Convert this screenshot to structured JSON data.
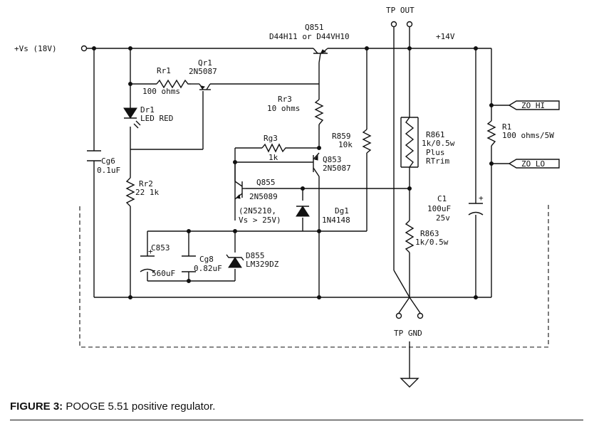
{
  "labels": {
    "vs": "+Vs (18V)",
    "tp_out": "TP OUT",
    "plus14": "+14V",
    "q851": "Q851",
    "q851_part": "D44H11 or D44VH10",
    "rr1": "Rr1",
    "rr1_val": "100 ohms",
    "qr1": "Qr1",
    "qr1_part": "2N5087",
    "dr1": "Dr1",
    "dr1_val": "LED RED",
    "rr3": "Rr3",
    "rr3_val": "10 ohms",
    "rg3": "Rg3",
    "rg3_val": "1k",
    "q853": "Q853",
    "q853_part": "2N5087",
    "r859": "R859",
    "r859_val": "10k",
    "r861": "R861",
    "r861_val": "1k/0.5w",
    "r861_plus": "Plus",
    "r861_trim": "RTrim",
    "r1": "R1",
    "r1_val": "100 ohms/5W",
    "zo_hi": "ZO HI",
    "zo_lo": "ZO LO",
    "cg6": "Cg6",
    "cg6_val": "0.1uF",
    "rr2": "Rr2",
    "rr2_val": "22 1k",
    "q855": "Q855",
    "q855_part": "2N5089",
    "q855_alt1": "(2N5210,",
    "q855_alt2": "Vs > 25V)",
    "dg1": "Dg1",
    "dg1_part": "1N4148",
    "c1": "C1",
    "c1_val": "100uF",
    "c1_volt": "25v",
    "r863": "R863",
    "r863_val": "1k/0.5w",
    "c853": "C853",
    "c853_val": "560uF",
    "cg8": "Cg8",
    "cg8_val": "0.82uF",
    "d855": "D855",
    "d855_part": "LM329DZ",
    "tp_gnd": "TP GND"
  },
  "caption": {
    "prefix": "FIGURE 3:",
    "text": " POOGE 5.51 positive regulator."
  }
}
